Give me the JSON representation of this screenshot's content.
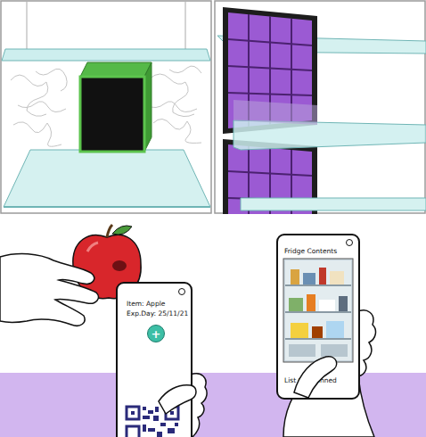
{
  "diagram": {
    "nodes": [
      {
        "text": [
          "Item: Apple",
          "Exp.Day: 25/11/21"
        ]
      },
      {
        "text": [
          "+"
        ],
        "in": 0
      },
      {
        "text": [
          "Fridge Contents",
          "List Of Scanned"
        ]
      }
    ]
  }
}
